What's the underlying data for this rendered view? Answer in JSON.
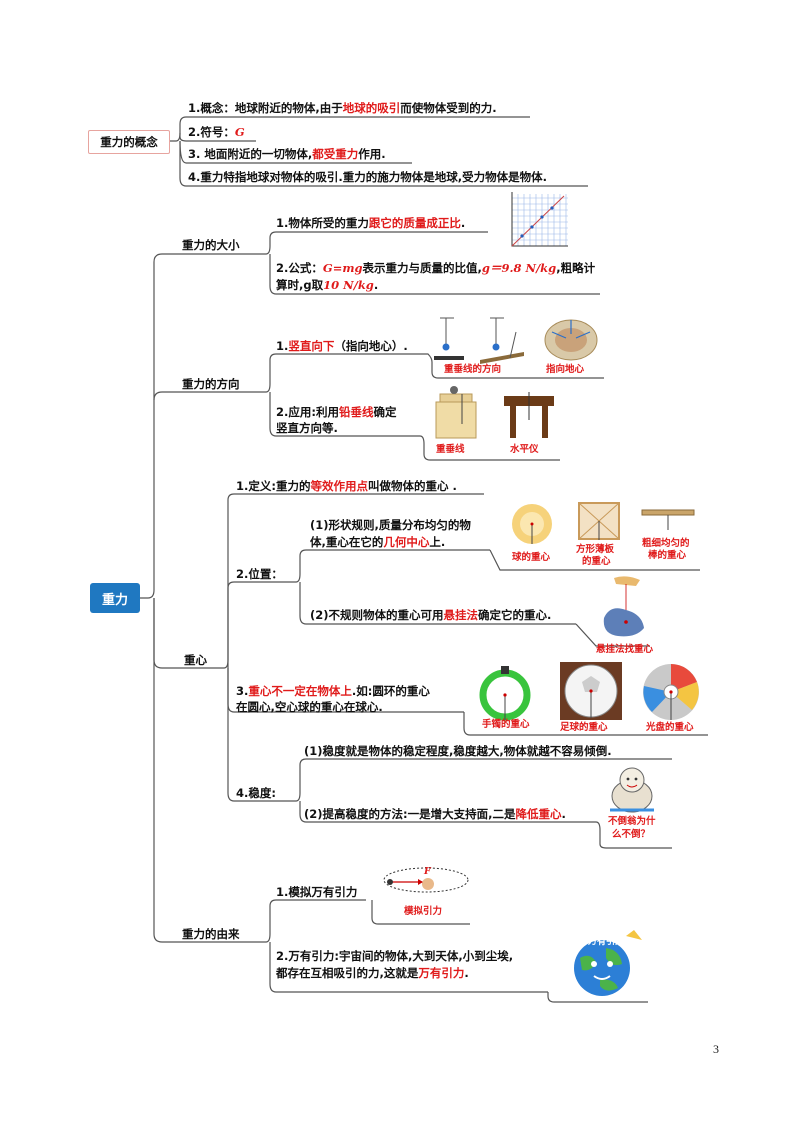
{
  "concept": {
    "box": "重力的概念",
    "item1": {
      "a": "1.概念：地球附近的物体,由于",
      "b": "地球的吸引",
      "c": "而使物体受到的力."
    },
    "item2": {
      "a": "2.符号：",
      "b": "G"
    },
    "item3": {
      "a": "3. 地面附近的一切物体,",
      "b": "都受重力",
      "c": "作用."
    },
    "item4": "4.重力特指地球对物体的吸引.重力的施力物体是地球,受力物体是物体."
  },
  "root": "重力",
  "size": {
    "title": "重力的大小",
    "item1": {
      "a": "1.物体所受的重力",
      "b": "跟它的质量成正比",
      "c": "."
    },
    "item2": {
      "a": "2.公式：",
      "b": "G=mg",
      "c": "表示重力与质量的比值,",
      "d": "g＝9.8 N/kg",
      "e": ",粗略计",
      "f": "算时,g取",
      "g": "10 N/kg",
      "h": "."
    }
  },
  "direction": {
    "title": "重力的方向",
    "item1": {
      "a": "1.",
      "b": "竖直向下",
      "c": "（指向地心）."
    },
    "label1": "重垂线的方向",
    "label2": "指向地心",
    "item2": {
      "a": "2.应用:利用",
      "b": "铅垂线",
      "c": "确定",
      "d": "竖直方向等."
    },
    "label3": "重垂线",
    "label4": "水平仪"
  },
  "center": {
    "title": "重心",
    "def": {
      "a": "1.定义:重力的",
      "b": "等效作用点",
      "c": "叫做物体的重心 ."
    },
    "pos": {
      "title": "2.位置：",
      "p1": {
        "a": "(1)形状规则,质量分布均匀的物",
        "b": "体,重心在它的",
        "c": "几何中心",
        "d": "上."
      },
      "lab_ball": "球的重心",
      "lab_board1": "方形薄板",
      "lab_board2": "的重心",
      "lab_rod1": "粗细均匀的",
      "lab_rod2": "棒的重心",
      "p2": {
        "a": "(2)不规则物体的重心可用",
        "b": "悬挂法",
        "c": "确定它的重心."
      },
      "lab_hang": "悬挂法找重心"
    },
    "not_on": {
      "a": "3.",
      "b": "重心不一定在物体上",
      "c": ".如:圆环的重心",
      "d": "在圆心,空心球的重心在球心."
    },
    "lab_ring": "手镯的重心",
    "lab_football": "足球的重心",
    "lab_disc": "光盘的重心",
    "stab": {
      "title": "4.稳度:",
      "s1": "(1)稳度就是物体的稳定程度,稳度越大,物体就越不容易倾倒.",
      "s2": {
        "a": "(2)提高稳度的方法:一是增大支持面,二是",
        "b": "降低重心",
        "c": "."
      },
      "lab1": "不倒翁为什",
      "lab2": "么不倒？"
    }
  },
  "origin": {
    "title": "重力的由来",
    "o1": "1.模拟万有引力",
    "lab_sim": "模拟引力",
    "o2": {
      "a": "2.万有引力:宇宙间的物体,大到天体,小到尘埃,",
      "b": "都存在互相吸引的力,这就是",
      "c": "万有引力",
      "d": "."
    },
    "lab_univ": "万有引力",
    "lab_F": "F"
  },
  "page_number": "3",
  "colors": {
    "accent_red": "#e01b1b",
    "root_blue": "#1f78c1",
    "box_border": "#e7a49f",
    "line": "#555555"
  }
}
